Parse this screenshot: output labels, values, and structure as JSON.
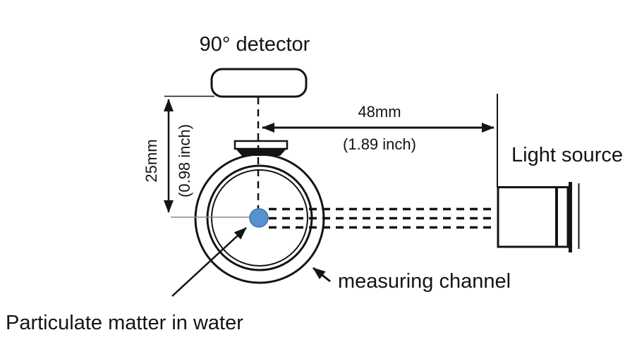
{
  "diagram": {
    "labels": {
      "detector": "90° detector",
      "light_source": "Light source",
      "measuring_channel": "measuring channel",
      "particulate": "Particulate matter in water"
    },
    "dimensions": {
      "horizontal_mm": "48mm",
      "horizontal_inch": "(1.89 inch)",
      "vertical_mm": "25mm",
      "vertical_inch": "(0.98 inch)"
    },
    "colors": {
      "particle_fill": "#5593CF",
      "particle_edge": "#3D74A8",
      "line": "#141414"
    }
  }
}
